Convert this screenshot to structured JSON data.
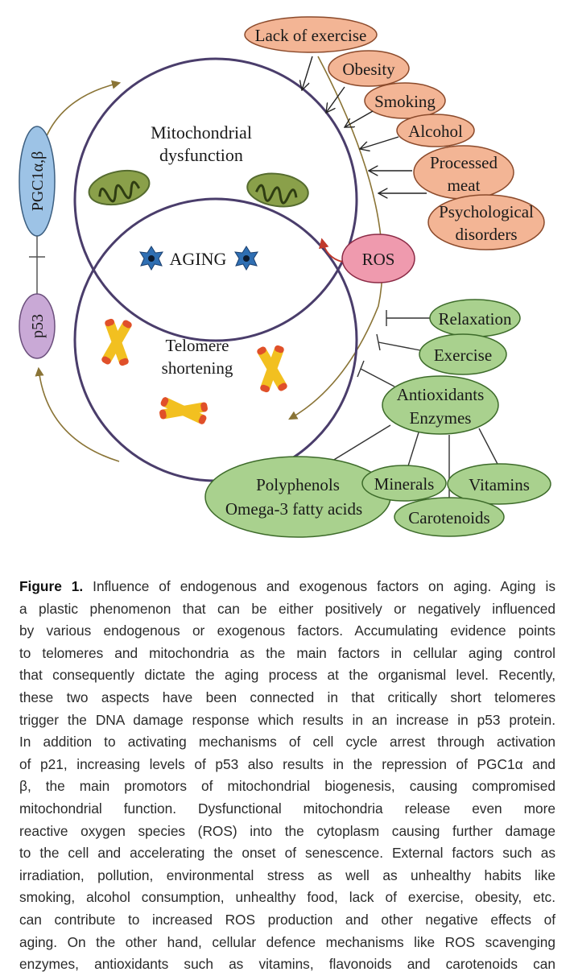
{
  "figure": {
    "circles": {
      "mito_title_line1": "Mitochondrial",
      "mito_title_line2": "dysfunction",
      "aging_label": "AGING",
      "telomere_line1": "Telomere",
      "telomere_line2": "shortening"
    },
    "left": {
      "pgc_label": "PGC1α,β",
      "p53_label": "p53"
    },
    "ros_label": "ROS",
    "risk_factors": {
      "lack_of_exercise": "Lack of exercise",
      "obesity": "Obesity",
      "smoking": "Smoking",
      "alcohol": "Alcohol",
      "processed_meat_line1": "Processed",
      "processed_meat_line2": "meat",
      "psychological_line1": "Psychological",
      "psychological_line2": "disorders"
    },
    "protective_factors": {
      "relaxation": "Relaxation",
      "exercise": "Exercise",
      "antioxidants_line1": "Antioxidants",
      "antioxidants_line2": "Enzymes",
      "polyphenols_line1": "Polyphenols",
      "polyphenols_line2": "Omega-3 fatty acids",
      "minerals": "Minerals",
      "vitamins": "Vitamins",
      "carotenoids": "Carotenoids"
    },
    "colors": {
      "risk_fill": "#f3b595",
      "ros_fill": "#ef9aae",
      "protect_fill": "#a9d18e",
      "pgc_fill": "#9dc3e6",
      "p53_fill": "#c9a9d6",
      "circle_stroke": "#4a3d6b",
      "arrow_brown": "#8a7436",
      "ros_arrow": "#c0392b"
    }
  },
  "caption": {
    "label": "Figure 1.",
    "lines": [
      " Influence of endogenous and exogenous factors on aging. Aging is",
      "a plastic phenomenon that can be either positively or negatively influenced",
      "by various endogenous or exogenous factors. Accumulating evidence points",
      "to telomeres and mitochondria as the main factors in cellular aging control",
      "that consequently dictate the aging process at the organismal level. Recently,",
      "these two aspects have been connected in that critically short telomeres",
      "trigger the DNA damage response which results in an increase in p53 protein.",
      "In addition to activating mechanisms of cell cycle arrest through activation",
      "of p21, increasing levels of p53 also results in the repression of PGC1α and",
      "β, the main promotors of mitochondrial biogenesis, causing compromised",
      "mitochondrial function. Dysfunctional mitochondria release even more",
      "reactive oxygen species (ROS) into the cytoplasm causing further damage",
      "to the cell and accelerating the onset of senescence. External factors such as",
      "irradiation, pollution, environmental stress as well as unhealthy habits like",
      "smoking, alcohol consumption, unhealthy food, lack of exercise, obesity, etc.",
      "can contribute to increased ROS production and other negative effects of",
      "aging. On the other hand, cellular defence mechanisms like ROS scavenging",
      "enzymes, antioxidants such as vitamins, flavonoids and carotenoids can"
    ]
  }
}
